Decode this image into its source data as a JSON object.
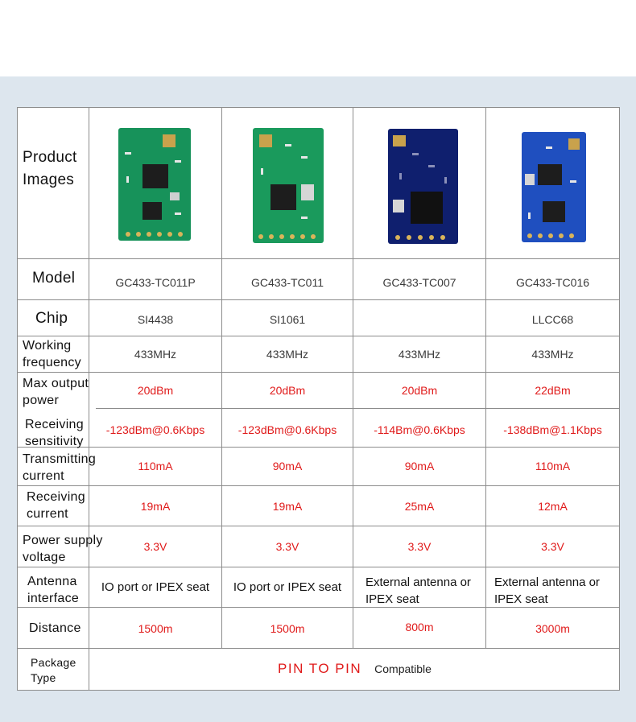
{
  "row_labels": {
    "images": "Product Images",
    "model": "Model",
    "chip": "Chip",
    "frequency": "Working frequency",
    "max_power": "Max output power",
    "sensitivity": "Receiving sensitivity",
    "tx_current": "Transmitting current",
    "rx_current": "Receiving current",
    "voltage": "Power supply voltage",
    "antenna": "Antenna interface",
    "distance": "Distance",
    "package": "Package Type"
  },
  "products": [
    {
      "model": "GC433-TC011P",
      "chip": "SI4438",
      "frequency": "433MHz",
      "max_power": "20dBm",
      "sensitivity": "-123dBm@0.6Kbps",
      "tx_current": "110mA",
      "rx_current": "19mA",
      "voltage": "3.3V",
      "antenna": "IO port or IPEX seat",
      "distance": "1500m",
      "pcb_color": "#17925a"
    },
    {
      "model": "GC433-TC011",
      "chip": "SI1061",
      "frequency": "433MHz",
      "max_power": "20dBm",
      "sensitivity": "-123dBm@0.6Kbps",
      "tx_current": "90mA",
      "rx_current": "19mA",
      "voltage": "3.3V",
      "antenna": "IO port or IPEX seat",
      "distance": "1500m",
      "pcb_color": "#1a9a5c"
    },
    {
      "model": "GC433-TC007",
      "chip": "",
      "frequency": "433MHz",
      "max_power": "20dBm",
      "sensitivity": "-114Bm@0.6Kbps",
      "tx_current": "90mA",
      "rx_current": "25mA",
      "voltage": "3.3V",
      "antenna": "External antenna or IPEX seat",
      "distance": "800m",
      "pcb_color": "#0f1f6e"
    },
    {
      "model": "GC433-TC016",
      "chip": "LLCC68",
      "frequency": "433MHz",
      "max_power": "22dBm",
      "sensitivity": "-138dBm@1.1Kbps",
      "tx_current": "110mA",
      "rx_current": "12mA",
      "voltage": "3.3V",
      "antenna": "External antenna or IPEX seat",
      "distance": "3000m",
      "pcb_color": "#1f4fbf"
    }
  ],
  "package": {
    "pin_to_pin": "PIN TO PIN",
    "compatible": "Compatible"
  },
  "colors": {
    "background_band": "#dde6ee",
    "highlight_text": "#e01a1a",
    "grid_line": "#8c8c8c"
  },
  "icons": [
    "pcb-module-image"
  ]
}
